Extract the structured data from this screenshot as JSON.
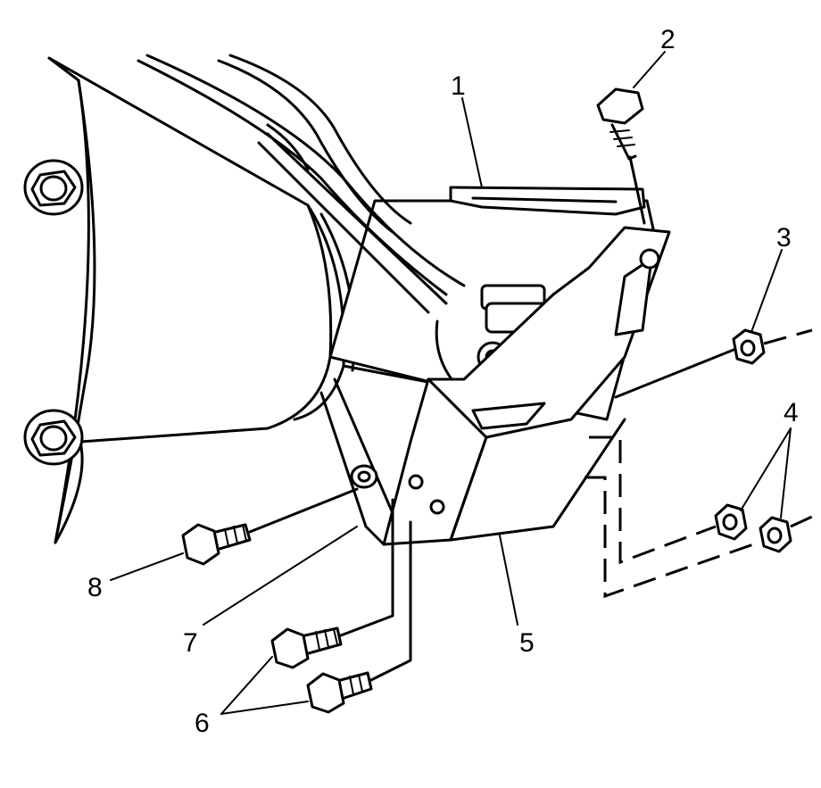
{
  "callouts": [
    {
      "id": "callout-1",
      "label": "1"
    },
    {
      "id": "callout-2",
      "label": "2"
    },
    {
      "id": "callout-3",
      "label": "3"
    },
    {
      "id": "callout-4",
      "label": "4"
    },
    {
      "id": "callout-5",
      "label": "5"
    },
    {
      "id": "callout-6",
      "label": "6"
    },
    {
      "id": "callout-7",
      "label": "7"
    },
    {
      "id": "callout-8",
      "label": "8"
    }
  ]
}
